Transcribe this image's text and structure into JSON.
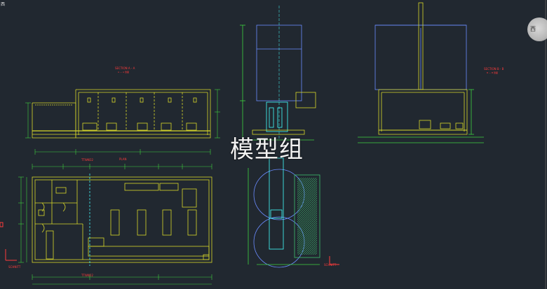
{
  "window": {
    "corner_glyph": "西"
  },
  "viewcube": {
    "label": "西"
  },
  "watermark": {
    "text": "模型组"
  },
  "drawing": {
    "section_a_title": "SECTION A - A",
    "section_a_sub": "A — A 剖面",
    "section_b_title": "SECTION B - B",
    "section_b_sub": "B — B 剖面",
    "plan_title": "PLAN",
    "plan_code": "TTWKO2",
    "plan_code_bottom": "TTWKO2",
    "schnitt_left": "SCHNITT",
    "schnitt_right": "SCHNITT"
  },
  "colors": {
    "background": "#212830",
    "walls": "#d8d82a",
    "dimensions": "#3fd13f",
    "annotations": "#4ff",
    "titles": "#ff3b3b",
    "tanks": "#6b8cff",
    "hatch": "#3fbf6f"
  }
}
